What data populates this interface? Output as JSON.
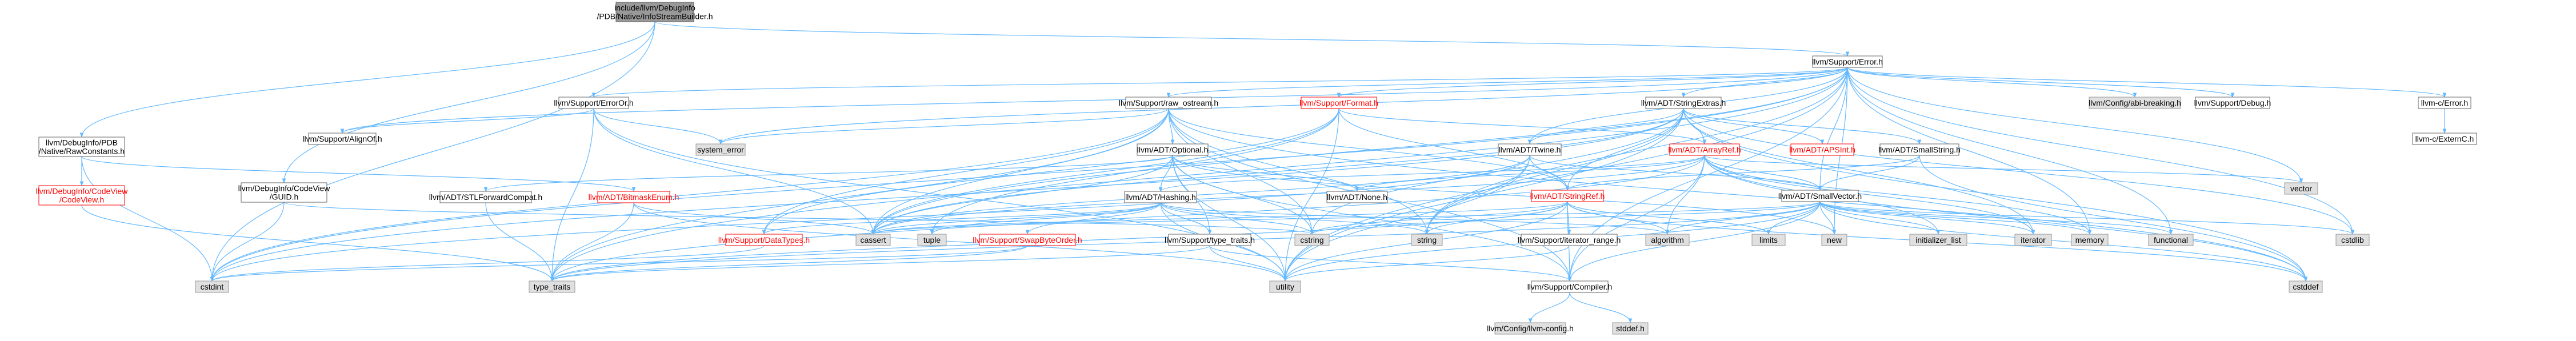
{
  "colors": {
    "edge": "#63b8ff",
    "focus_fill": "#999999",
    "external_fill": "#e0e0e0",
    "broken_link": "#ff0000"
  },
  "nodes": [
    {
      "id": "focus",
      "kind": "focus",
      "lines": [
        "include/llvm/DebugInfo",
        "/PDB/Native/InfoStreamBuilder.h"
      ]
    },
    {
      "id": "error",
      "kind": "plain",
      "lines": [
        "llvm/Support/Error.h"
      ]
    },
    {
      "id": "rawconst",
      "kind": "plain",
      "lines": [
        "llvm/DebugInfo/PDB",
        "/Native/RawConstants.h"
      ]
    },
    {
      "id": "cvguid",
      "kind": "plain",
      "lines": [
        "llvm/DebugInfo/CodeView",
        "/GUID.h"
      ]
    },
    {
      "id": "cvcv",
      "kind": "red",
      "lines": [
        "llvm/DebugInfo/CodeView",
        "/CodeView.h"
      ]
    },
    {
      "id": "bitenum",
      "kind": "red",
      "lines": [
        "llvm/ADT/BitmaskEnum.h"
      ]
    },
    {
      "id": "erroror",
      "kind": "plain",
      "lines": [
        "llvm/Support/ErrorOr.h"
      ]
    },
    {
      "id": "aligncstr",
      "kind": "plain",
      "lines": [
        "llvm/Support/AlignOf.h"
      ]
    },
    {
      "id": "rawostream",
      "kind": "plain",
      "lines": [
        "llvm/Support/raw_ostream.h"
      ]
    },
    {
      "id": "format",
      "kind": "red",
      "lines": [
        "llvm/Support/Format.h"
      ]
    },
    {
      "id": "strextras",
      "kind": "plain",
      "lines": [
        "llvm/ADT/StringExtras.h"
      ]
    },
    {
      "id": "abibreak",
      "kind": "ext",
      "lines": [
        "llvm/Config/abi-breaking.h"
      ]
    },
    {
      "id": "debug",
      "kind": "plain",
      "lines": [
        "llvm/Support/Debug.h"
      ]
    },
    {
      "id": "cerror",
      "kind": "plain",
      "lines": [
        "llvm-c/Error.h"
      ]
    },
    {
      "id": "cextern",
      "kind": "plain",
      "lines": [
        "llvm-c/ExternC.h"
      ]
    },
    {
      "id": "optional",
      "kind": "plain",
      "lines": [
        "llvm/ADT/Optional.h"
      ]
    },
    {
      "id": "stlfwd",
      "kind": "plain",
      "lines": [
        "llvm/ADT/STLForwardCompat.h"
      ]
    },
    {
      "id": "hashing",
      "kind": "plain",
      "lines": [
        "llvm/ADT/Hashing.h"
      ]
    },
    {
      "id": "none",
      "kind": "plain",
      "lines": [
        "llvm/ADT/None.h"
      ]
    },
    {
      "id": "twine",
      "kind": "plain",
      "lines": [
        "llvm/ADT/Twine.h"
      ]
    },
    {
      "id": "arrayref",
      "kind": "red",
      "lines": [
        "llvm/ADT/ArrayRef.h"
      ]
    },
    {
      "id": "apsint",
      "kind": "red",
      "lines": [
        "llvm/ADT/APSInt.h"
      ]
    },
    {
      "id": "smallstring",
      "kind": "plain",
      "lines": [
        "llvm/ADT/SmallString.h"
      ]
    },
    {
      "id": "stringref",
      "kind": "red",
      "lines": [
        "llvm/ADT/StringRef.h"
      ]
    },
    {
      "id": "smallvector",
      "kind": "plain",
      "lines": [
        "llvm/ADT/SmallVector.h"
      ]
    },
    {
      "id": "datatypes",
      "kind": "red",
      "lines": [
        "llvm/Support/DataTypes.h"
      ]
    },
    {
      "id": "swapbyte",
      "kind": "red",
      "lines": [
        "llvm/Support/SwapByteOrder.h"
      ]
    },
    {
      "id": "typetraits_s",
      "kind": "plain",
      "lines": [
        "llvm/Support/type_traits.h"
      ]
    },
    {
      "id": "iterrange",
      "kind": "plain",
      "lines": [
        "llvm/Support/iterator_range.h"
      ]
    },
    {
      "id": "compiler",
      "kind": "plain",
      "lines": [
        "llvm/Support/Compiler.h"
      ]
    },
    {
      "id": "llvmconfig",
      "kind": "ext",
      "lines": [
        "llvm/Config/llvm-config.h"
      ]
    },
    {
      "id": "stddef_h",
      "kind": "ext",
      "lines": [
        "stddef.h"
      ]
    },
    {
      "id": "cstdint",
      "kind": "ext",
      "lines": [
        "cstdint"
      ]
    },
    {
      "id": "type_traits",
      "kind": "ext",
      "lines": [
        "type_traits"
      ]
    },
    {
      "id": "system_error",
      "kind": "ext",
      "lines": [
        "system_error"
      ]
    },
    {
      "id": "cassert",
      "kind": "ext",
      "lines": [
        "cassert"
      ]
    },
    {
      "id": "tuple",
      "kind": "ext",
      "lines": [
        "tuple"
      ]
    },
    {
      "id": "cstring",
      "kind": "ext",
      "lines": [
        "cstring"
      ]
    },
    {
      "id": "string",
      "kind": "ext",
      "lines": [
        "string"
      ]
    },
    {
      "id": "algorithm",
      "kind": "ext",
      "lines": [
        "algorithm"
      ]
    },
    {
      "id": "limits",
      "kind": "ext",
      "lines": [
        "limits"
      ]
    },
    {
      "id": "new",
      "kind": "ext",
      "lines": [
        "new"
      ]
    },
    {
      "id": "initlist",
      "kind": "ext",
      "lines": [
        "initializer_list"
      ]
    },
    {
      "id": "iterator",
      "kind": "ext",
      "lines": [
        "iterator"
      ]
    },
    {
      "id": "memory",
      "kind": "ext",
      "lines": [
        "memory"
      ]
    },
    {
      "id": "functional",
      "kind": "ext",
      "lines": [
        "functional"
      ]
    },
    {
      "id": "vector",
      "kind": "ext",
      "lines": [
        "vector"
      ]
    },
    {
      "id": "cstdlib",
      "kind": "ext",
      "lines": [
        "cstdlib"
      ]
    },
    {
      "id": "utility",
      "kind": "ext",
      "lines": [
        "utility"
      ]
    },
    {
      "id": "cstddef",
      "kind": "ext",
      "lines": [
        "cstddef"
      ]
    }
  ],
  "edges": [
    [
      "focus",
      "error"
    ],
    [
      "focus",
      "rawconst"
    ],
    [
      "focus",
      "cvguid"
    ],
    [
      "focus",
      "cstdint"
    ],
    [
      "rawconst",
      "cvcv"
    ],
    [
      "rawconst",
      "bitenum"
    ],
    [
      "rawconst",
      "cstdint"
    ],
    [
      "cvcv",
      "type_traits"
    ],
    [
      "cvguid",
      "cstdint"
    ],
    [
      "cvguid",
      "cstring"
    ],
    [
      "bitenum",
      "cassert"
    ],
    [
      "bitenum",
      "type_traits"
    ],
    [
      "bitenum",
      "utility"
    ],
    [
      "error",
      "abibreak"
    ],
    [
      "error",
      "debug"
    ],
    [
      "error",
      "cerror"
    ],
    [
      "error",
      "erroror"
    ],
    [
      "error",
      "aligncstr"
    ],
    [
      "error",
      "rawostream"
    ],
    [
      "error",
      "format"
    ],
    [
      "error",
      "strextras"
    ],
    [
      "error",
      "twine"
    ],
    [
      "error",
      "smallvector"
    ],
    [
      "error",
      "compiler"
    ],
    [
      "error",
      "cassert"
    ],
    [
      "error",
      "cstdint"
    ],
    [
      "error",
      "cstdlib"
    ],
    [
      "error",
      "functional"
    ],
    [
      "error",
      "memory"
    ],
    [
      "error",
      "new"
    ],
    [
      "error",
      "string"
    ],
    [
      "error",
      "system_error"
    ],
    [
      "error",
      "type_traits"
    ],
    [
      "error",
      "utility"
    ],
    [
      "error",
      "vector"
    ],
    [
      "cerror",
      "cextern"
    ],
    [
      "erroror",
      "aligncstr"
    ],
    [
      "erroror",
      "cassert"
    ],
    [
      "erroror",
      "system_error"
    ],
    [
      "erroror",
      "type_traits"
    ],
    [
      "erroror",
      "utility"
    ],
    [
      "rawostream",
      "compiler"
    ],
    [
      "rawostream",
      "datatypes"
    ],
    [
      "rawostream",
      "optional"
    ],
    [
      "rawostream",
      "cassert"
    ],
    [
      "rawostream",
      "cstddef"
    ],
    [
      "rawostream",
      "cstdint"
    ],
    [
      "rawostream",
      "cstring"
    ],
    [
      "rawostream",
      "string"
    ],
    [
      "rawostream",
      "system_error"
    ],
    [
      "rawostream",
      "type_traits"
    ],
    [
      "rawostream",
      "stringref"
    ],
    [
      "format",
      "arrayref"
    ],
    [
      "format",
      "stringref"
    ],
    [
      "format",
      "datatypes"
    ],
    [
      "format",
      "cassert"
    ],
    [
      "format",
      "cstdio_placeholder"
    ],
    [
      "format",
      "tuple"
    ],
    [
      "format",
      "utility"
    ],
    [
      "strextras",
      "apsint"
    ],
    [
      "strextras",
      "arrayref"
    ],
    [
      "strextras",
      "smallstring"
    ],
    [
      "strextras",
      "stringref"
    ],
    [
      "strextras",
      "twine"
    ],
    [
      "strextras",
      "iterator"
    ],
    [
      "strextras",
      "cassert"
    ],
    [
      "strextras",
      "cstddef"
    ],
    [
      "strextras",
      "cstdint"
    ],
    [
      "strextras",
      "cstdlib"
    ],
    [
      "strextras",
      "cstring"
    ],
    [
      "strextras",
      "string"
    ],
    [
      "strextras",
      "utility"
    ],
    [
      "optional",
      "none"
    ],
    [
      "optional",
      "stlfwd"
    ],
    [
      "optional",
      "hashing"
    ],
    [
      "optional",
      "compiler"
    ],
    [
      "optional",
      "typetraits_s"
    ],
    [
      "optional",
      "cassert"
    ],
    [
      "optional",
      "cstring"
    ],
    [
      "optional",
      "new"
    ],
    [
      "optional",
      "utility"
    ],
    [
      "stlfwd",
      "type_traits"
    ],
    [
      "hashing",
      "datatypes"
    ],
    [
      "hashing",
      "swapbyte"
    ],
    [
      "hashing",
      "typetraits_s"
    ],
    [
      "hashing",
      "algorithm"
    ],
    [
      "hashing",
      "cassert"
    ],
    [
      "hashing",
      "cstring"
    ],
    [
      "hashing",
      "string"
    ],
    [
      "hashing",
      "tuple"
    ],
    [
      "hashing",
      "utility"
    ],
    [
      "twine",
      "smallvector"
    ],
    [
      "twine",
      "stringref"
    ],
    [
      "twine",
      "cassert"
    ],
    [
      "twine",
      "cstdint"
    ],
    [
      "twine",
      "string"
    ],
    [
      "twine",
      "utility"
    ],
    [
      "arrayref",
      "hashing"
    ],
    [
      "arrayref",
      "none"
    ],
    [
      "arrayref",
      "smallvector"
    ],
    [
      "arrayref",
      "compiler"
    ],
    [
      "arrayref",
      "algorithm"
    ],
    [
      "arrayref",
      "array"
    ],
    [
      "arrayref",
      "cassert"
    ],
    [
      "arrayref",
      "cstddef"
    ],
    [
      "arrayref",
      "initlist"
    ],
    [
      "arrayref",
      "iterator"
    ],
    [
      "arrayref",
      "memory"
    ],
    [
      "arrayref",
      "type_traits"
    ],
    [
      "arrayref",
      "vector"
    ],
    [
      "smallstring",
      "smallvector"
    ],
    [
      "smallstring",
      "stringref"
    ],
    [
      "smallstring",
      "cstddef"
    ],
    [
      "stringref",
      "iterrange"
    ],
    [
      "stringref",
      "compiler"
    ],
    [
      "stringref",
      "algorithm"
    ],
    [
      "stringref",
      "cassert"
    ],
    [
      "stringref",
      "cstddef"
    ],
    [
      "stringref",
      "cstring"
    ],
    [
      "stringref",
      "limits"
    ],
    [
      "stringref",
      "string"
    ],
    [
      "stringref",
      "type_traits"
    ],
    [
      "stringref",
      "utility"
    ],
    [
      "smallvector",
      "compiler"
    ],
    [
      "smallvector",
      "type_traits_s_placeholder"
    ],
    [
      "smallvector",
      "algorithm"
    ],
    [
      "smallvector",
      "cassert"
    ],
    [
      "smallvector",
      "cstddef"
    ],
    [
      "smallvector",
      "cstdlib"
    ],
    [
      "smallvector",
      "cstring"
    ],
    [
      "smallvector",
      "functional"
    ],
    [
      "smallvector",
      "initlist"
    ],
    [
      "smallvector",
      "iterator"
    ],
    [
      "smallvector",
      "limits"
    ],
    [
      "smallvector",
      "memory"
    ],
    [
      "smallvector",
      "new"
    ],
    [
      "smallvector",
      "type_traits"
    ],
    [
      "smallvector",
      "utility"
    ],
    [
      "datatypes",
      "cstdint"
    ],
    [
      "swapbyte",
      "cstdint"
    ],
    [
      "swapbyte",
      "type_traits"
    ],
    [
      "typetraits_s",
      "compiler"
    ],
    [
      "typetraits_s",
      "type_traits"
    ],
    [
      "typetraits_s",
      "utility"
    ],
    [
      "iterrange",
      "utility"
    ],
    [
      "compiler",
      "llvmconfig"
    ],
    [
      "compiler",
      "stddef_h"
    ]
  ]
}
